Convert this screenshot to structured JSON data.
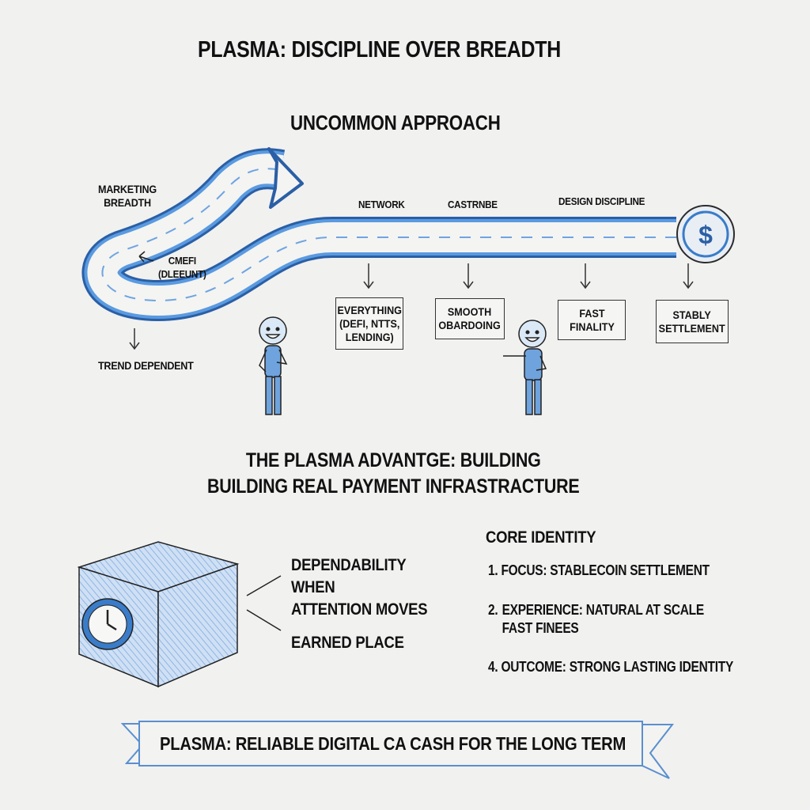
{
  "title": "PLASMA: DISCIPLINE OVER BREADTH",
  "subtitle": "UNCOMMON APPROACH",
  "road_section": {
    "left_labels": {
      "marketing_breadth": "MARKETING\nBREADTH",
      "curve_note": "CMEFI\n(DLEEUNT)",
      "trend_dependent": "TREND DEPENDENT"
    },
    "top_labels": [
      "NETWORK",
      "CASTRNBE",
      "DESIGN DISCIPLINE"
    ],
    "boxes": [
      {
        "label": "EVERYTHING\n(DEFI, NTTS,\nLENDING)"
      },
      {
        "label": "SMOOTH\nOBARDOING"
      },
      {
        "label": "FAST\nFINALITY"
      },
      {
        "label": "STABLY\nSETTLEMENT"
      }
    ],
    "coin_symbol": "$"
  },
  "advantage_heading": "THE PLASMA ADVANTGE: BUILDING\nBUILDING REAL PAYMENT INFRASTRACTURE",
  "cube_labels": [
    "DEPENDABILITY\nWHEN\nATTENTION MOVES",
    "EARNED PLACE"
  ],
  "core_identity": {
    "title": "CORE IDENTITY",
    "items": [
      {
        "num": "1.",
        "text": "FOCUS: STABLECOIN SETTLEMENT"
      },
      {
        "num": "2.",
        "text": "EXPERIENCE: NATURAL AT SCALE\nFAST FINEES"
      },
      {
        "num": "4.",
        "text": "OUTCOME: STRONG LASTING IDENTITY"
      }
    ]
  },
  "banner": "PLASMA: RELIABLE DIGITAL CA CASH FOR THE LONG TERM",
  "colors": {
    "accent": "#3a7cc8",
    "light_blue": "#a9c8ec",
    "ink": "#111111",
    "paper": "#f1f1f0"
  }
}
